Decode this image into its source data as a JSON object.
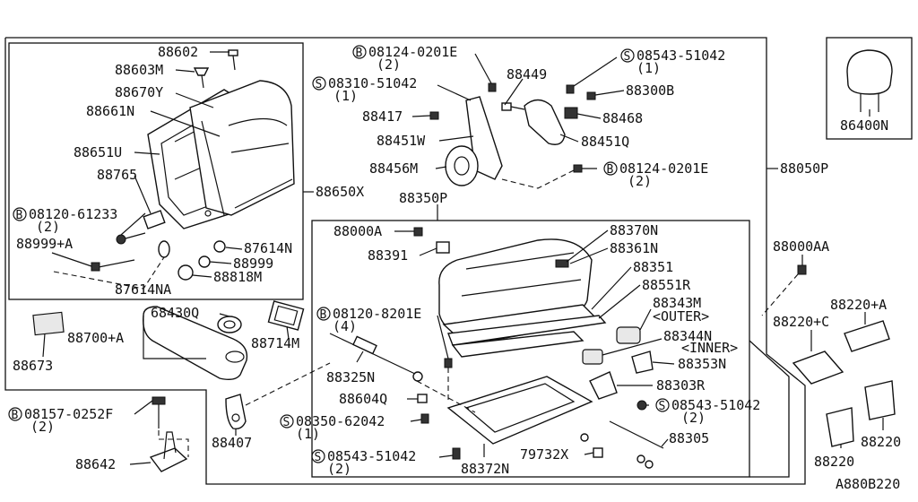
{
  "diagram": {
    "code": "A880B220",
    "labels": {
      "l88602": "88602",
      "l88603M": "88603M",
      "l88670Y": "88670Y",
      "l88661N": "88661N",
      "l88651U": "88651U",
      "l88765": "88765",
      "lB08120_61233": "08120-61233",
      "lB08120_61233_q": "(2)",
      "l88999A": "88999+A",
      "l87614N": "87614N",
      "l88999": "88999",
      "l88818M": "88818M",
      "l87614NA": "87614NA",
      "l88650X": "88650X",
      "l68430Q": "68430Q",
      "l88700A": "88700+A",
      "l88673": "88673",
      "l88714M": "88714M",
      "lB08124_0201E_top": "08124-0201E",
      "lB08124_0201E_top_q": "(2)",
      "lS08310_51042": "08310-51042",
      "lS08310_51042_q": "(1)",
      "l88449": "88449",
      "lS08543_51042_top": "08543-51042",
      "lS08543_51042_top_q": "(1)",
      "l88300B": "88300B",
      "l88417": "88417",
      "l88468": "88468",
      "l88451W": "88451W",
      "l88451Q": "88451Q",
      "l88456M": "88456M",
      "lB08124_0201E_mid": "08124-0201E",
      "lB08124_0201E_mid_q": "(2)",
      "l88050P": "88050P",
      "l88350P": "88350P",
      "l88000A": "88000A",
      "l88370N": "88370N",
      "l88361N": "88361N",
      "l88391": "88391",
      "l88351": "88351",
      "l88551R": "88551R",
      "l88343M": "88343M",
      "l88343M_q": "<OUTER>",
      "lB08120_8201E": "08120-8201E",
      "lB08120_8201E_q": "(4)",
      "l88344N": "88344N",
      "l88344N_q": "<INNER>",
      "l88353N": "88353N",
      "l88325N": "88325N",
      "l88303R": "88303R",
      "l88604Q": "88604Q",
      "lS08543_51042_r": "08543-51042",
      "lS08543_51042_r_q": "(2)",
      "lS08350_62042": "08350-62042",
      "lS08350_62042_q": "(1)",
      "l88305": "88305",
      "lS08543_51042_b": "08543-51042",
      "lS08543_51042_b_q": "(2)",
      "l79732X": "79732X",
      "l88372N": "88372N",
      "l88407": "88407",
      "lB08157_0252F": "08157-0252F",
      "lB08157_0252F_q": "(2)",
      "l88642": "88642",
      "l86400N": "86400N",
      "l88000AA": "88000AA",
      "l88220C": "88220+C",
      "l88220A": "88220+A",
      "l88220_1": "88220",
      "l88220_2": "88220"
    },
    "markers": {
      "B": "B",
      "S": "S"
    }
  }
}
